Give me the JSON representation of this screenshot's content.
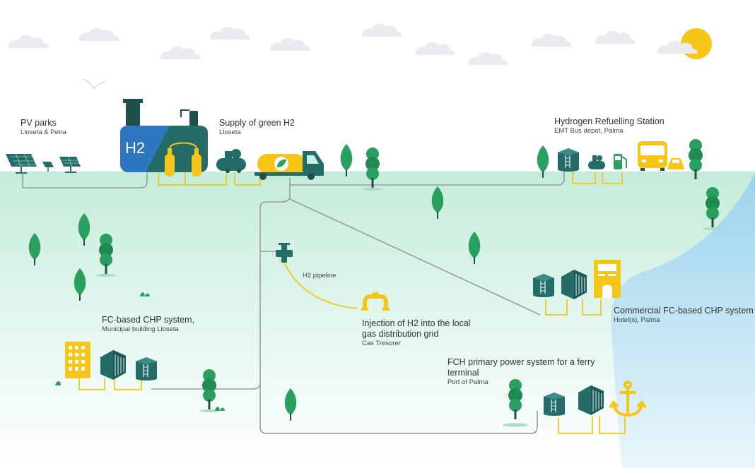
{
  "labels": {
    "pv": {
      "title": "PV parks",
      "sub": "Lloseta & Petra"
    },
    "h2_badge": "H2",
    "supply": {
      "title": "Supply of green H2",
      "sub": "Lloseta"
    },
    "refuel": {
      "title": "Hydrogen Refuelling Station",
      "sub": "EMT Bus depot, Palma"
    },
    "pipeline": "H2 pipeline",
    "chp_municipal": {
      "title": "FC-based CHP system,",
      "sub": "Municipal building Lloseta"
    },
    "injection": {
      "title1": "Injection of H2 into the local",
      "title2": "gas distribution grid",
      "sub": "Cas Tresorer"
    },
    "commercial": {
      "title": "Commercial FC-based CHP system",
      "sub": "Hotel(s), Palma"
    },
    "ferry": {
      "title1": "FCH primary power system for a ferry",
      "title2": "terminal",
      "sub": "Port of Palma"
    }
  },
  "colors": {
    "ground": "#cdeee2",
    "teal": "#256b68",
    "yellow": "#f5c518",
    "green": "#2aa060",
    "blue": "#2e77c0",
    "line": "#9b9b9b",
    "sea": "#aedcef"
  }
}
